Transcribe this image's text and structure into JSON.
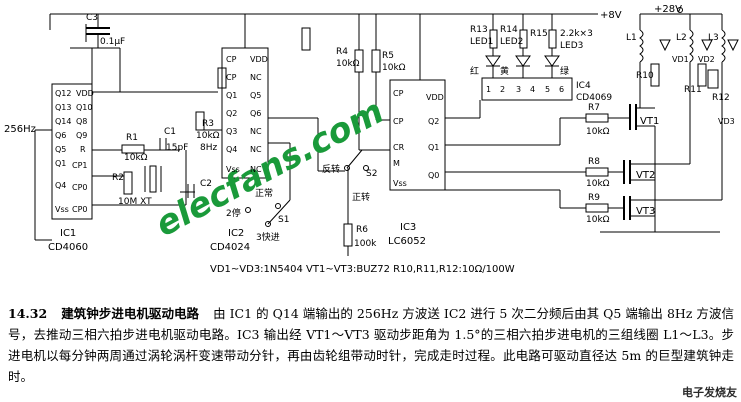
{
  "labels": {
    "ic1_name": "IC1",
    "ic1_part": "CD4060",
    "ic2_name": "IC2",
    "ic2_part": "CD4024",
    "ic3_name": "IC3",
    "ic3_part": "LC6052",
    "ic4_name": "IC4",
    "ic4_part": "CD4069",
    "supply_8v": "+8V",
    "supply_28v": "+28V",
    "c3": "C3",
    "c3_val": "0.1μF",
    "r1": "R1",
    "r1_val": "10kΩ",
    "c1": "C1",
    "c1_val": "15pF",
    "r2": "R2",
    "c2": "C2",
    "xtal": "10M XT",
    "r3": "R3",
    "r3_val": "10kΩ",
    "r4": "R4",
    "r4_val": "10kΩ",
    "r5": "R5",
    "r5_val": "10kΩ",
    "r6": "R6",
    "r6_val": "100k",
    "r7": "R7",
    "r7_val": "10kΩ",
    "r8": "R8",
    "r8_val": "10kΩ",
    "r9": "R9",
    "r9_val": "10kΩ",
    "r10": "R10",
    "r11": "R11",
    "r12": "R12",
    "r13": "R13",
    "r14": "R14",
    "r15": "R15",
    "r_set_val": "2.2k×3",
    "led1": "LED1",
    "led2": "LED2",
    "led3": "LED3",
    "red": "红",
    "yellow": "黄",
    "green": "绿",
    "vt1": "VT1",
    "vt2": "VT2",
    "vt3": "VT3",
    "vd1": "VD1",
    "vd2": "VD2",
    "vd3": "VD3",
    "l1": "L1",
    "l2": "L2",
    "l3": "L3",
    "s1": "S1",
    "s2": "S2",
    "stop": "2停",
    "normal": "正常",
    "fast": "3快进",
    "reverse": "反转",
    "forward": "正转",
    "freq_256": "256Hz",
    "freq_8": "8Hz",
    "parts_note": "VD1~VD3:1N5404  VT1~VT3:BUZ72  R10,R11,R12:10Ω/100W",
    "watermark": "elecfans.com",
    "ic1_pins_left": [
      "Q12",
      "Q13",
      "Q14",
      "Q6",
      "Q5",
      "Q1",
      "Q4",
      "Vss"
    ],
    "ic1_pins_right": [
      "VDD",
      "Q10",
      "Q8",
      "Q9",
      "R",
      "CP1",
      "CP0",
      "CP0"
    ],
    "ic2_pins_left": [
      "CP",
      "CP",
      "Q1",
      "Q2",
      "Q3",
      "Q4",
      "Vss"
    ],
    "ic2_pins_right": [
      "VDD",
      "NC",
      "Q5",
      "Q6",
      "NC",
      "NC",
      "NC"
    ],
    "ic3_pins_left": [
      "CP",
      "CP",
      "CR",
      "M",
      "Vss"
    ],
    "ic3_pins_right": [
      "VDD",
      "Q2",
      "Q1",
      "Q0"
    ],
    "ic4_pins": [
      "1",
      "2",
      "3",
      "4",
      "5",
      "6"
    ]
  },
  "caption": {
    "number": "14.32",
    "title": "建筑钟步进电机驱动电路",
    "body": "由 IC1 的 Q14 端输出的 256Hz 方波送 IC2 进行 5 次二分频后由其 Q5 端输出 8Hz 方波信号，去推动三相六拍步进电机驱动电路。IC3 输出经 VT1～VT3 驱动步距角为 1.5°的三相六拍步进电机的三组线圈 L1～L3。步进电机以每分钟两周通过涡轮涡杆变速带动分针，再由齿轮组带动时针，完成走时过程。此电路可驱动直径达 5m 的巨型建筑钟走时。"
  },
  "footer_logo": "电子发烧友"
}
